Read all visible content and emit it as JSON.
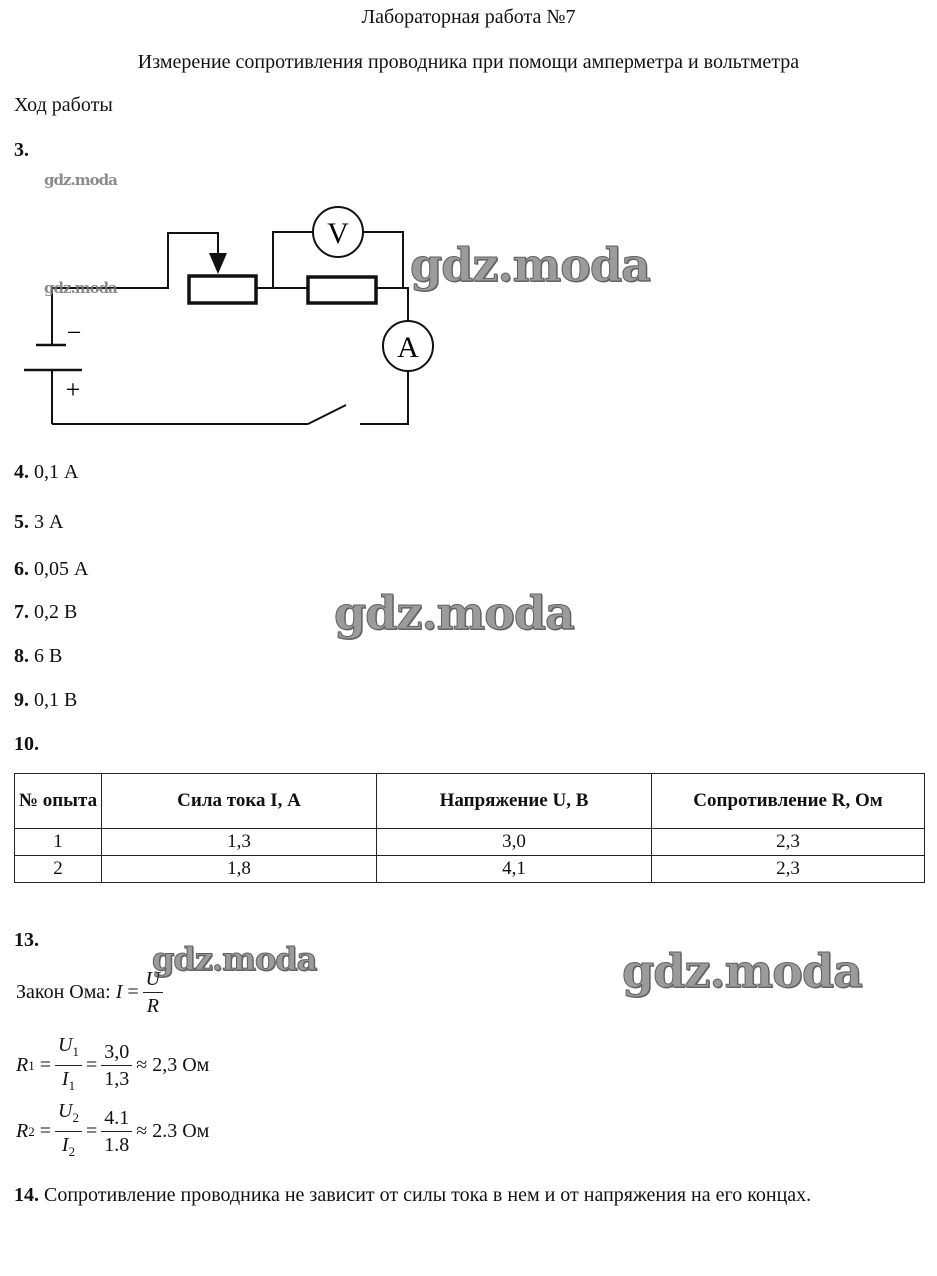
{
  "title": "Лабораторная работа №7",
  "subtitle": "Измерение сопротивления проводника при помощи амперметра и вольтметра",
  "section": "Ход работы",
  "watermark": "gdz.moda",
  "circuit": {
    "num": "3.",
    "voltmeter": "V",
    "ammeter": "A",
    "minus": "−",
    "plus": "+"
  },
  "answers": [
    {
      "num": "4.",
      "text": " 0,1 А"
    },
    {
      "num": "5.",
      "text": " 3 А"
    },
    {
      "num": "6.",
      "text": " 0,05 А"
    },
    {
      "num": "7.",
      "text": " 0,2 В"
    },
    {
      "num": "8.",
      "text": " 6 В"
    },
    {
      "num": "9.",
      "text": " 0,1 В"
    }
  ],
  "table": {
    "num": "10.",
    "headers": [
      "№ опыта",
      "Сила тока I, А",
      "Напряжение U, В",
      "Сопротивление R, Ом"
    ],
    "rows": [
      [
        "1",
        "1,3",
        "3,0",
        "2,3"
      ],
      [
        "2",
        "1,8",
        "4,1",
        "2,3"
      ]
    ]
  },
  "q13": {
    "num": "13.",
    "ohm_label": "Закон Ома:",
    "I": "I",
    "U": "U",
    "R": "R",
    "r1": {
      "R": "R",
      "sub": "1",
      "U": "U",
      "I": "I",
      "num": "3,0",
      "den": "1,3",
      "result": "≈ 2,3 Ом"
    },
    "r2": {
      "R": "R",
      "sub": "2",
      "U": "U",
      "I": "I",
      "num": "4.1",
      "den": "1.8",
      "result": "≈ 2.3 Ом"
    }
  },
  "q14": {
    "num": "14.",
    "text": "Сопротивление проводника не зависит от силы тока в нем и от напряжения на его концах."
  }
}
